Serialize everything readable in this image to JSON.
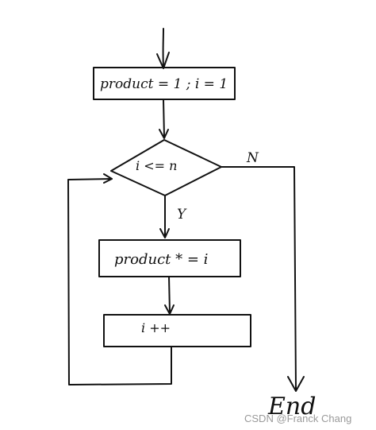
{
  "flowchart": {
    "init_box": {
      "label": "product = 1 ; i = 1"
    },
    "decision": {
      "label": "i <= n"
    },
    "branch_yes": {
      "label": "Y"
    },
    "branch_no": {
      "label": "N"
    },
    "multiply_box": {
      "label": "product * = i"
    },
    "increment_box": {
      "label": "i ++"
    },
    "end": {
      "label": "End"
    }
  },
  "watermark": {
    "text": "CSDN @Franck Chang"
  }
}
